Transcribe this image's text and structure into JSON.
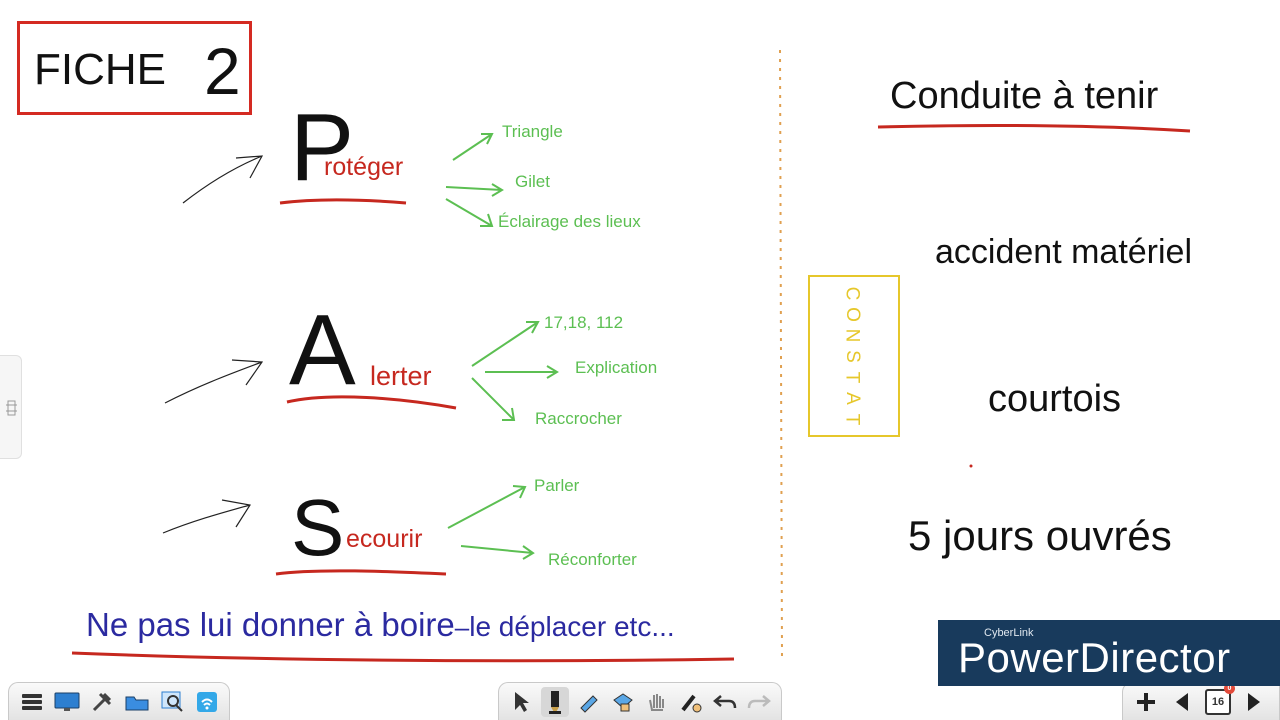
{
  "title": {
    "word": "FICHE",
    "number": "2"
  },
  "pas": [
    {
      "letter": "P",
      "rest": "rotéger",
      "items": [
        "Triangle",
        "Gilet",
        "Éclairage des lieux"
      ]
    },
    {
      "letter": "A",
      "rest": "lerter",
      "items": [
        "17,18, 112",
        "Explication",
        "Raccrocher"
      ]
    },
    {
      "letter": "S",
      "rest": "ecourir",
      "items": [
        "Parler",
        "Réconforter"
      ]
    }
  ],
  "bottom_note": {
    "part1": "Ne pas lui donner à boire",
    "dash": "–",
    "part2": "le déplacer etc..."
  },
  "right_panel": {
    "heading": "Conduite à tenir",
    "items": [
      "accident matériel",
      "courtois",
      "5 jours ouvrés"
    ],
    "constat_letters": [
      "C",
      "O",
      "N",
      "S",
      "T",
      "A",
      "T"
    ]
  },
  "watermark": {
    "brand_small": "CyberLink",
    "brand_big": "PowerDirector"
  },
  "toolbar_left": [
    "menu-icon",
    "monitor-icon",
    "tools-icon",
    "folder-icon",
    "image-search-icon",
    "wifi-icon"
  ],
  "toolbar_center": [
    "pointer-icon",
    "pen-icon",
    "highlighter-icon",
    "eraser-icon",
    "hand-icon",
    "magic-pen-icon",
    "undo-icon",
    "redo-icon"
  ],
  "nav": {
    "page_number": "16",
    "page_badge": "0"
  },
  "colors": {
    "red": "#c6281f",
    "green": "#5cbf52",
    "blue_ink": "#2b2aa0",
    "yellow": "#e6c72b",
    "watermark_bg": "#183a5c"
  }
}
